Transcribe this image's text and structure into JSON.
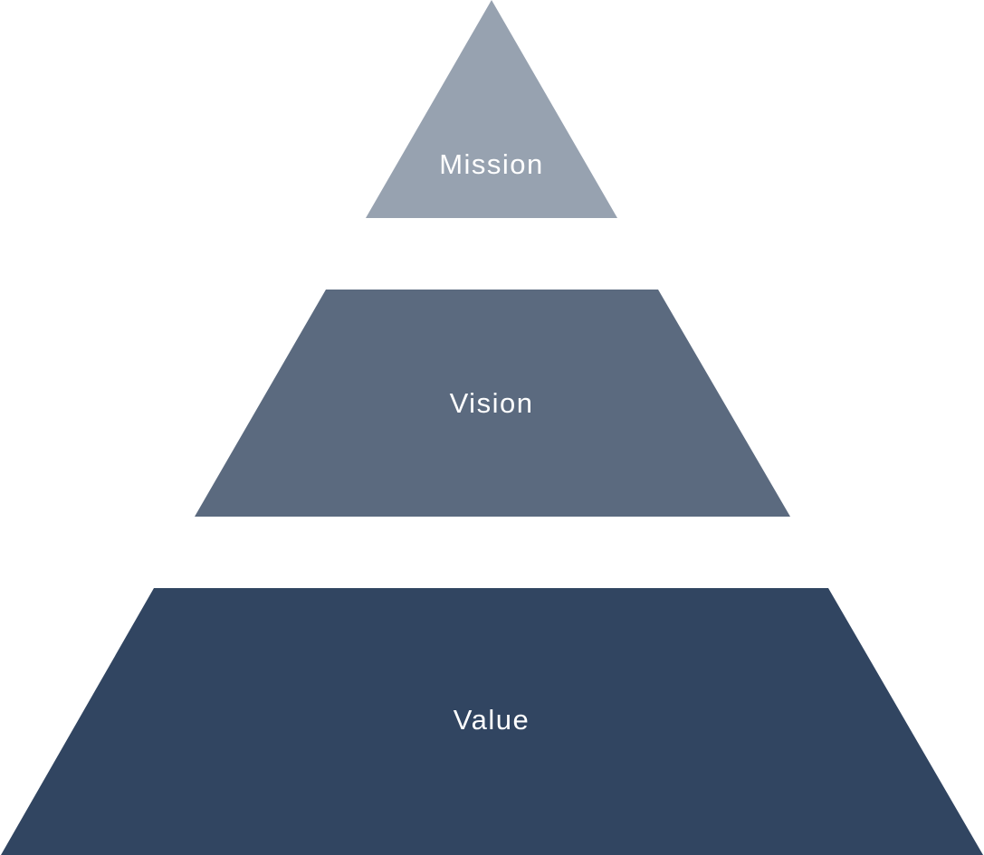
{
  "pyramid": {
    "tiers": [
      {
        "label": "Mission",
        "color": "#97a2b0"
      },
      {
        "label": "Vision",
        "color": "#5b6a7f"
      },
      {
        "label": "Value",
        "color": "#314561"
      }
    ]
  }
}
